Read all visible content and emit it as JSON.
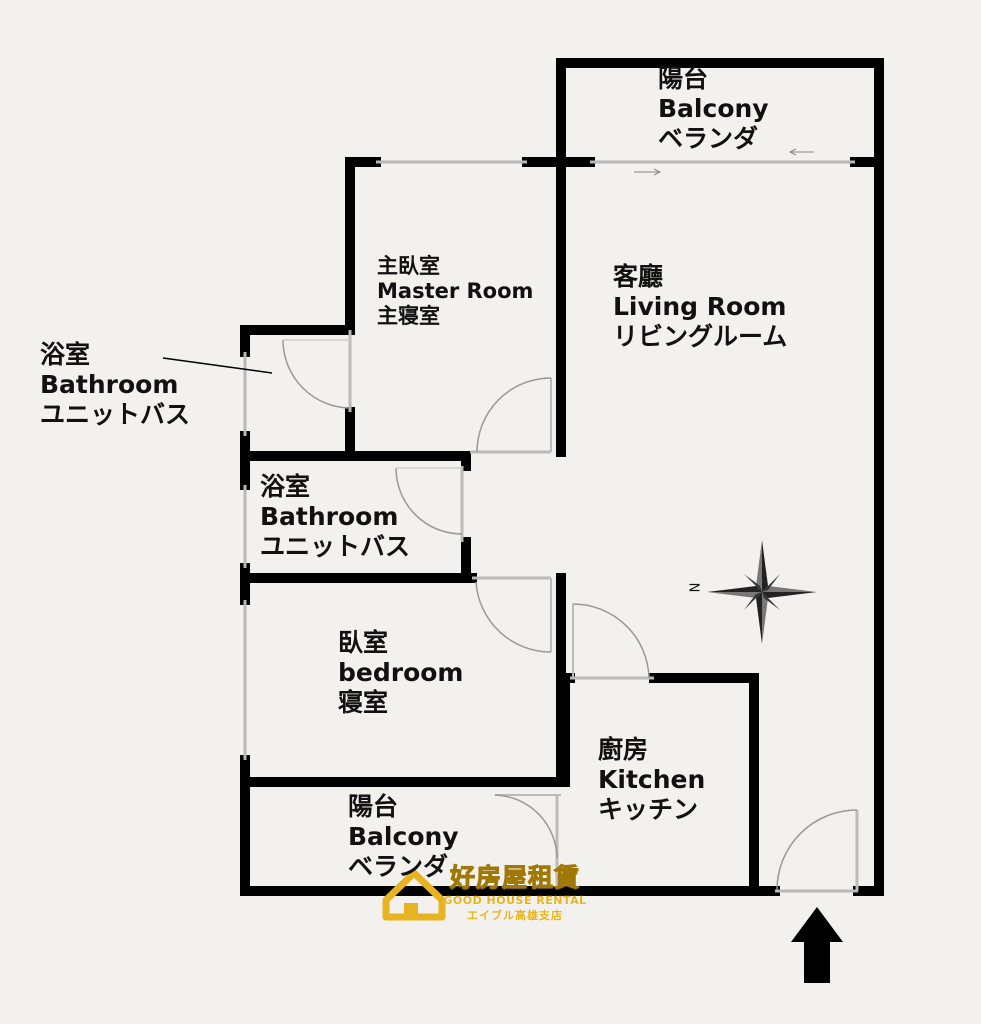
{
  "rooms": {
    "balcony_top": {
      "zh": "陽台",
      "en": "Balcony",
      "ja": "ベランダ"
    },
    "master_room": {
      "zh": "主臥室",
      "en": "Master Room",
      "ja": "主寝室"
    },
    "living_room": {
      "zh": "客廳",
      "en": "Living Room",
      "ja": "リビングルーム"
    },
    "bathroom_outer": {
      "zh": "浴室",
      "en": "Bathroom",
      "ja": "ユニットバス"
    },
    "bathroom_inner": {
      "zh": "浴室",
      "en": "Bathroom",
      "ja": "ユニットバス"
    },
    "bedroom": {
      "zh": "臥室",
      "en": "bedroom",
      "ja": "寝室"
    },
    "kitchen": {
      "zh": "廚房",
      "en": "Kitchen",
      "ja": "キッチン"
    },
    "balcony_bottom": {
      "zh": "陽台",
      "en": "Balcony",
      "ja": "ベランダ"
    }
  },
  "compass": {
    "north_label": "N"
  },
  "watermark": {
    "name_zh": "好房屋租賃",
    "name_en": "GOOD HOUSE RENTAL",
    "name_ja": "エイブル高雄支店",
    "color": "#e7b321"
  },
  "colors": {
    "wall": "#000000",
    "window": "#b8b8b8",
    "background": "#f2f1ee"
  }
}
